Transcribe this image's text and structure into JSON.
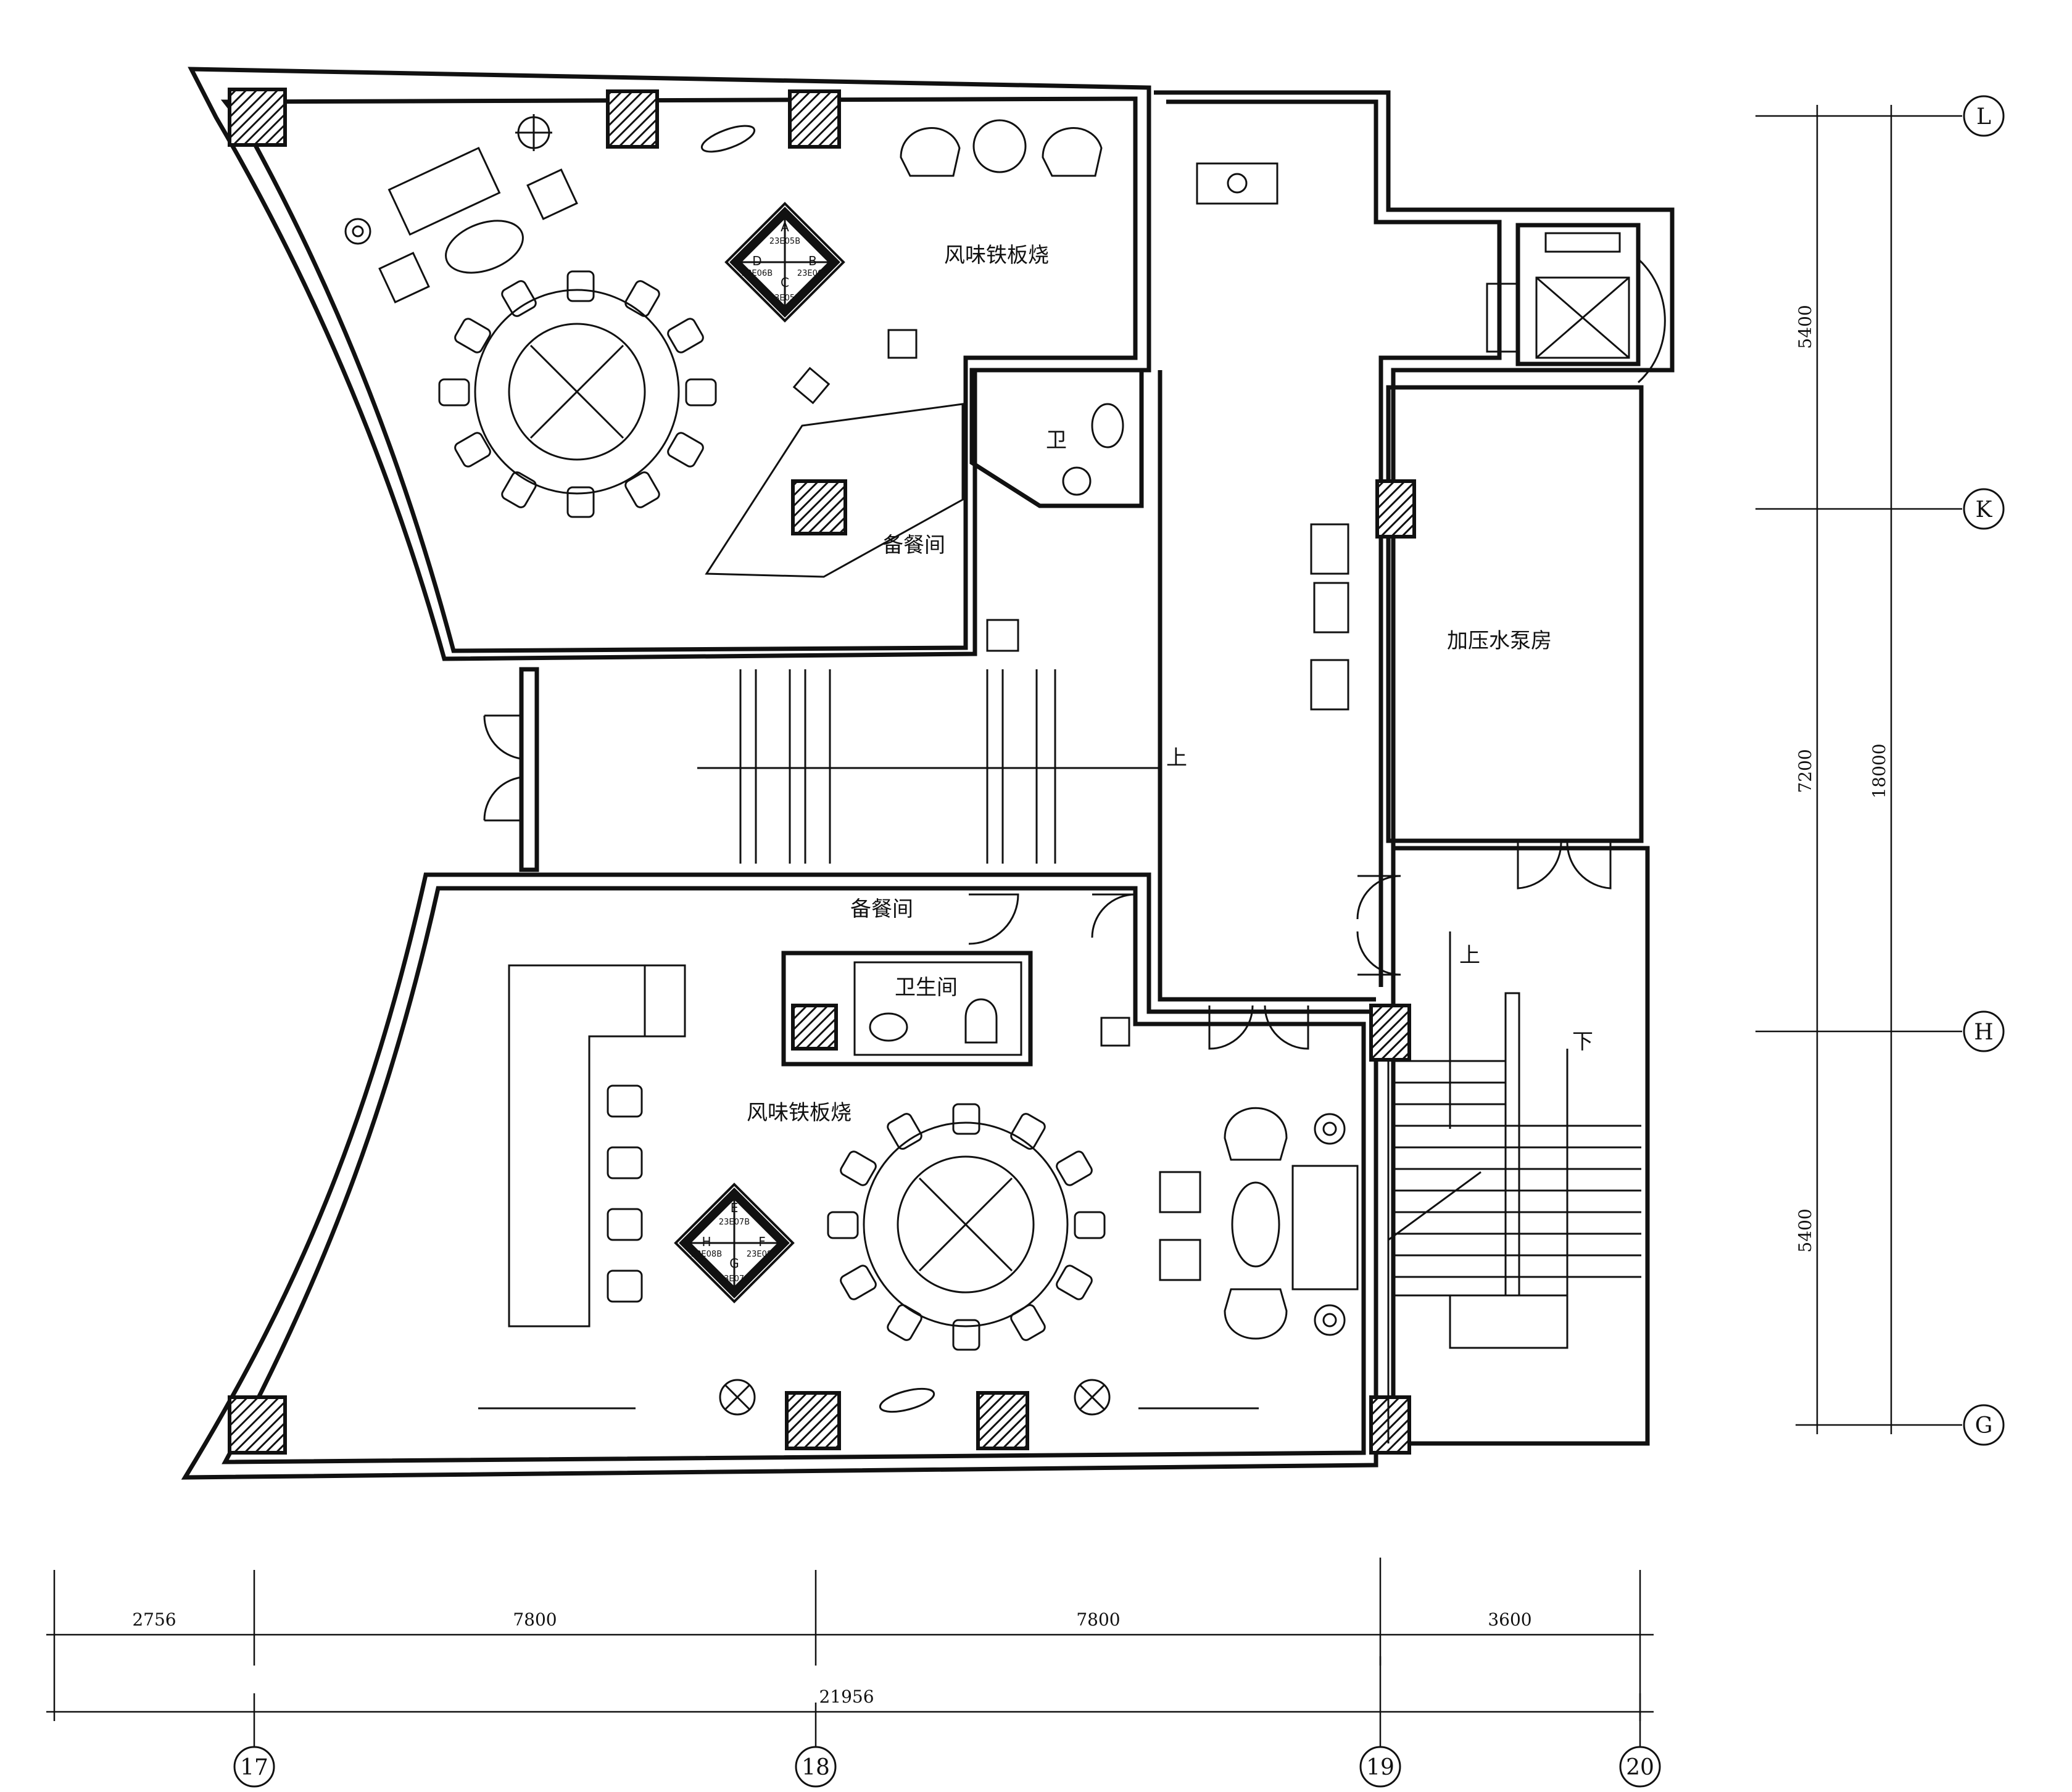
{
  "rooms": {
    "teppanyaki_upper": "风味铁板烧",
    "pantry_upper": "备餐间",
    "wc_upper": "卫",
    "pump_room": "加压水泵房",
    "pantry_lower": "备餐间",
    "wc_lower": "卫生间",
    "teppanyaki_lower": "风味铁板烧"
  },
  "stairs": {
    "up_main": "上",
    "up_side": "上",
    "down_side": "下"
  },
  "section_tags": [
    {
      "letters": [
        "A",
        "B",
        "C",
        "D"
      ],
      "codes": [
        "23E05B",
        "23E06B",
        "23E05B",
        "23E06B"
      ]
    },
    {
      "letters": [
        "E",
        "F",
        "G",
        "H"
      ],
      "codes": [
        "23E07B",
        "23E08B",
        "23E07B",
        "23E08B"
      ]
    }
  ],
  "dimensions": {
    "horizontal": [
      "2756",
      "7800",
      "7800",
      "3600"
    ],
    "horizontal_total": "21956",
    "vertical": [
      "5400",
      "7200",
      "5400"
    ],
    "vertical_total": "18000"
  },
  "axes": {
    "columns": [
      "17",
      "18",
      "19",
      "20"
    ],
    "rows": [
      "L",
      "K",
      "H",
      "G"
    ]
  }
}
